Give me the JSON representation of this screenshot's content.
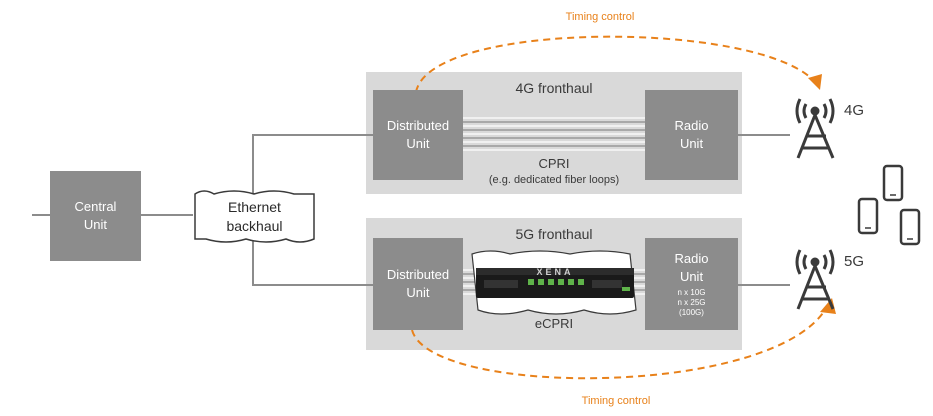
{
  "central_unit": "Central\nUnit",
  "ethernet_backhaul": "Ethernet\nbackhaul",
  "fronthaul_4g": {
    "title": "4G fronthaul",
    "distributed_unit": "Distributed\nUnit",
    "radio_unit": "Radio\nUnit",
    "link_label": "CPRI",
    "link_note": "(e.g. dedicated fiber loops)"
  },
  "fronthaul_5g": {
    "title": "5G fronthaul",
    "distributed_unit": "Distributed\nUnit",
    "radio_unit": "Radio\nUnit",
    "radio_speeds": "n x 10G\nn x 25G\n(100G)",
    "link_label": "eCPRI",
    "device_brand": "XENA"
  },
  "tower_4g_label": "4G",
  "tower_5g_label": "5G",
  "timing_top": "Timing control",
  "timing_bottom": "Timing control",
  "colors": {
    "box": "#8c8c8c",
    "region": "#d9d9d9",
    "timing": "#e8811a",
    "line": "#8c8c8c"
  },
  "icons": [
    "cell-tower-icon",
    "smartphone-icon",
    "network-switch-icon"
  ]
}
